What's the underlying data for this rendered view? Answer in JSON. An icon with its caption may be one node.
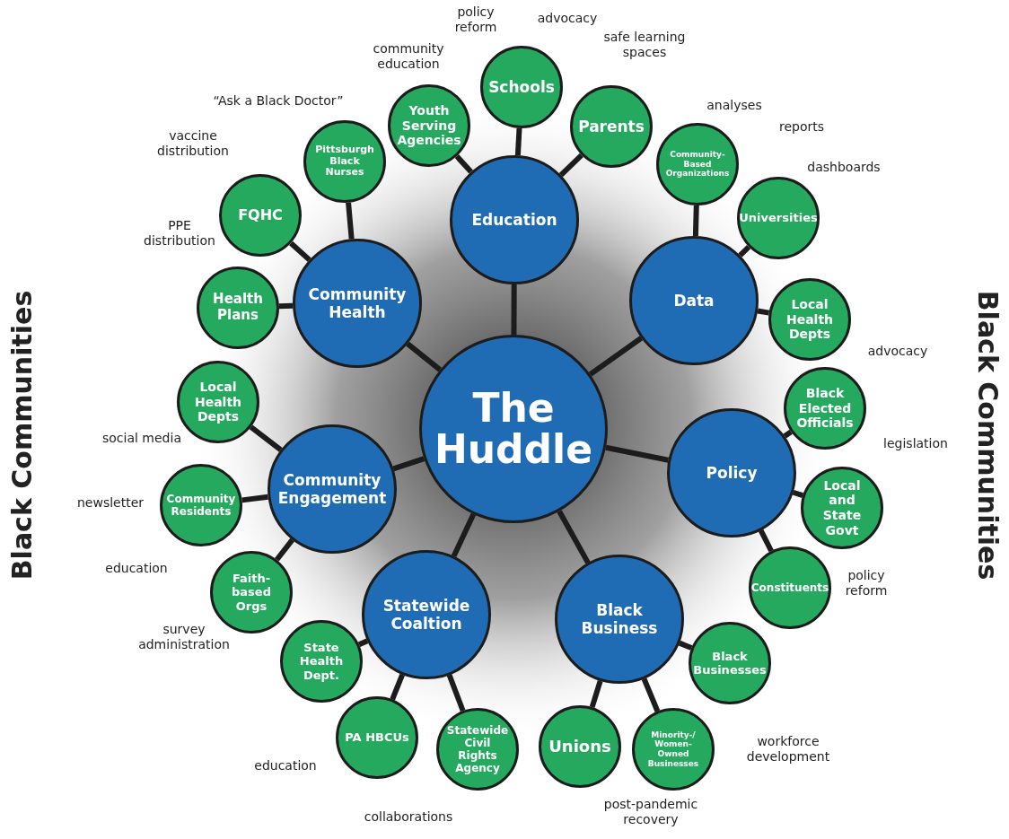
{
  "diagram": {
    "nodes": [
      {
        "text": [
          "The Huddle"
        ]
      },
      {
        "text": [
          "Education"
        ]
      },
      {
        "text": [
          "Data"
        ]
      },
      {
        "text": [
          "Policy"
        ]
      },
      {
        "text": [
          "Black Business"
        ]
      },
      {
        "text": [
          "Statewide Coaltion"
        ]
      },
      {
        "text": [
          "Community Engagement"
        ]
      },
      {
        "text": [
          "Community Health"
        ]
      },
      {
        "text": [
          "Youth Serving Agencies"
        ]
      },
      {
        "text": [
          "Schools"
        ]
      },
      {
        "text": [
          "Parents"
        ]
      },
      {
        "text": [
          "Community-Based Organizations"
        ]
      },
      {
        "text": [
          "Universities"
        ]
      },
      {
        "text": [
          "Local Health Depts"
        ]
      },
      {
        "text": [
          "Black Elected Officials"
        ]
      },
      {
        "text": [
          "Local and State Govt"
        ]
      },
      {
        "text": [
          "Constituents"
        ]
      },
      {
        "text": [
          "Black Businesses"
        ]
      },
      {
        "text": [
          "Minority-/ Women-Owned Businesses"
        ]
      },
      {
        "text": [
          "Unions"
        ]
      },
      {
        "text": [
          "Statewide Civil Rights Agency"
        ]
      },
      {
        "text": [
          "PA HBCUs"
        ]
      },
      {
        "text": [
          "State Health Dept."
        ]
      },
      {
        "text": [
          "Faith-based Orgs"
        ]
      },
      {
        "text": [
          "Community Residents"
        ]
      },
      {
        "text": [
          "Local Health Depts"
        ]
      },
      {
        "text": [
          "Health Plans"
        ]
      },
      {
        "text": [
          "FQHC"
        ]
      },
      {
        "text": [
          "Pittsburgh Black Nurses"
        ]
      }
    ],
    "edges": [
      {
        "from": 0,
        "to": 1,
        "arrow": "none"
      },
      {
        "from": 0,
        "to": 2,
        "arrow": "none"
      },
      {
        "from": 0,
        "to": 3,
        "arrow": "none"
      },
      {
        "from": 0,
        "to": 4,
        "arrow": "none"
      },
      {
        "from": 0,
        "to": 5,
        "arrow": "none"
      },
      {
        "from": 0,
        "to": 6,
        "arrow": "none"
      },
      {
        "from": 0,
        "to": 7,
        "arrow": "none"
      },
      {
        "from": 1,
        "to": 8,
        "arrow": "none"
      },
      {
        "from": 1,
        "to": 9,
        "arrow": "none"
      },
      {
        "from": 1,
        "to": 10,
        "arrow": "none"
      },
      {
        "from": 2,
        "to": 11,
        "arrow": "none"
      },
      {
        "from": 2,
        "to": 12,
        "arrow": "none"
      },
      {
        "from": 2,
        "to": 13,
        "arrow": "none"
      },
      {
        "from": 3,
        "to": 14,
        "arrow": "none"
      },
      {
        "from": 3,
        "to": 15,
        "arrow": "none"
      },
      {
        "from": 3,
        "to": 16,
        "arrow": "none"
      },
      {
        "from": 4,
        "to": 17,
        "arrow": "none"
      },
      {
        "from": 4,
        "to": 18,
        "arrow": "none"
      },
      {
        "from": 4,
        "to": 19,
        "arrow": "none"
      },
      {
        "from": 5,
        "to": 20,
        "arrow": "none"
      },
      {
        "from": 5,
        "to": 21,
        "arrow": "none"
      },
      {
        "from": 5,
        "to": 22,
        "arrow": "none"
      },
      {
        "from": 6,
        "to": 23,
        "arrow": "none"
      },
      {
        "from": 6,
        "to": 24,
        "arrow": "none"
      },
      {
        "from": 6,
        "to": 25,
        "arrow": "none"
      },
      {
        "from": 7,
        "to": 26,
        "arrow": "none"
      },
      {
        "from": 7,
        "to": 27,
        "arrow": "none"
      },
      {
        "from": 7,
        "to": 28,
        "arrow": "none"
      }
    ],
    "labels": [
      "policy reform",
      "advocacy",
      "safe learning spaces",
      "community education",
      "“Ask a Black Doctor”",
      "vaccine distribution",
      "analyses",
      "reports",
      "dashboards",
      "PPE distribution",
      "advocacy",
      "Black Communities",
      "Black Communities",
      "social media",
      "legislation",
      "newsletter",
      "education",
      "policy reform",
      "survey administration",
      "workforce development",
      "education",
      "collaborations",
      "post-pandemic recovery"
    ]
  }
}
